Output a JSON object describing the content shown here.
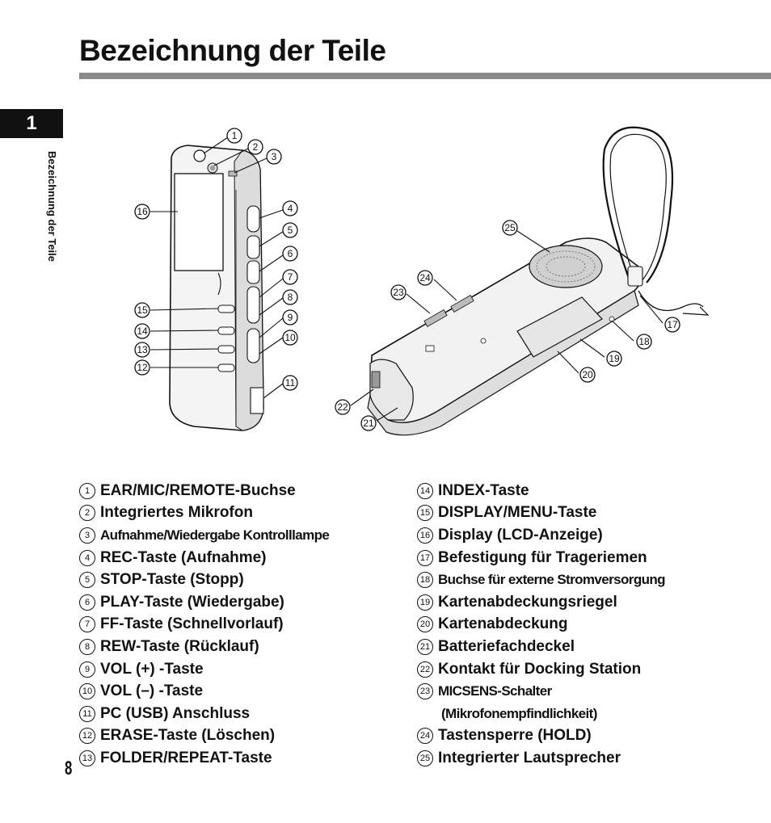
{
  "page": {
    "title": "Bezeichnung der Teile",
    "chapter": "1",
    "side_label": "Bezeichnung der Teile",
    "page_number": "8"
  },
  "callouts": [
    "1",
    "2",
    "3",
    "4",
    "5",
    "6",
    "7",
    "8",
    "9",
    "10",
    "11",
    "12",
    "13",
    "14",
    "15",
    "16",
    "17",
    "18",
    "19",
    "20",
    "21",
    "22",
    "23",
    "24",
    "25"
  ],
  "legend": {
    "left": [
      {
        "num": "1",
        "text": "EAR/MIC/REMOTE-Buchse"
      },
      {
        "num": "2",
        "text": "Integriertes Mikrofon"
      },
      {
        "num": "3",
        "text": "Aufnahme/Wiedergabe Kontrolllampe"
      },
      {
        "num": "4",
        "text": "REC-Taste (Aufnahme)"
      },
      {
        "num": "5",
        "text": "STOP-Taste (Stopp)"
      },
      {
        "num": "6",
        "text": "PLAY-Taste (Wiedergabe)"
      },
      {
        "num": "7",
        "text": "FF-Taste (Schnellvorlauf)"
      },
      {
        "num": "8",
        "text": "REW-Taste (Rücklauf)"
      },
      {
        "num": "9",
        "text": "VOL (+) -Taste"
      },
      {
        "num": "10",
        "text": "VOL (–) -Taste"
      },
      {
        "num": "11",
        "text": "PC (USB) Anschluss"
      },
      {
        "num": "12",
        "text": "ERASE-Taste (Löschen)"
      },
      {
        "num": "13",
        "text": "FOLDER/REPEAT-Taste"
      }
    ],
    "right": [
      {
        "num": "14",
        "text": "INDEX-Taste"
      },
      {
        "num": "15",
        "text": "DISPLAY/MENU-Taste"
      },
      {
        "num": "16",
        "text": "Display (LCD-Anzeige)"
      },
      {
        "num": "17",
        "text": "Befestigung für Trageriemen"
      },
      {
        "num": "18",
        "text": "Buchse für externe Stromversorgung"
      },
      {
        "num": "19",
        "text": "Kartenabdeckungsriegel"
      },
      {
        "num": "20",
        "text": "Kartenabdeckung"
      },
      {
        "num": "21",
        "text": "Batteriefachdeckel"
      },
      {
        "num": "22",
        "text": "Kontakt für Docking Station"
      },
      {
        "num": "23",
        "text": "MICSENS-Schalter"
      },
      {
        "num": "",
        "text": "(Mikrofonempfindlichkeit)"
      },
      {
        "num": "24",
        "text": "Tastensperre (HOLD)"
      },
      {
        "num": "25",
        "text": "Integrierter Lautsprecher"
      }
    ]
  }
}
